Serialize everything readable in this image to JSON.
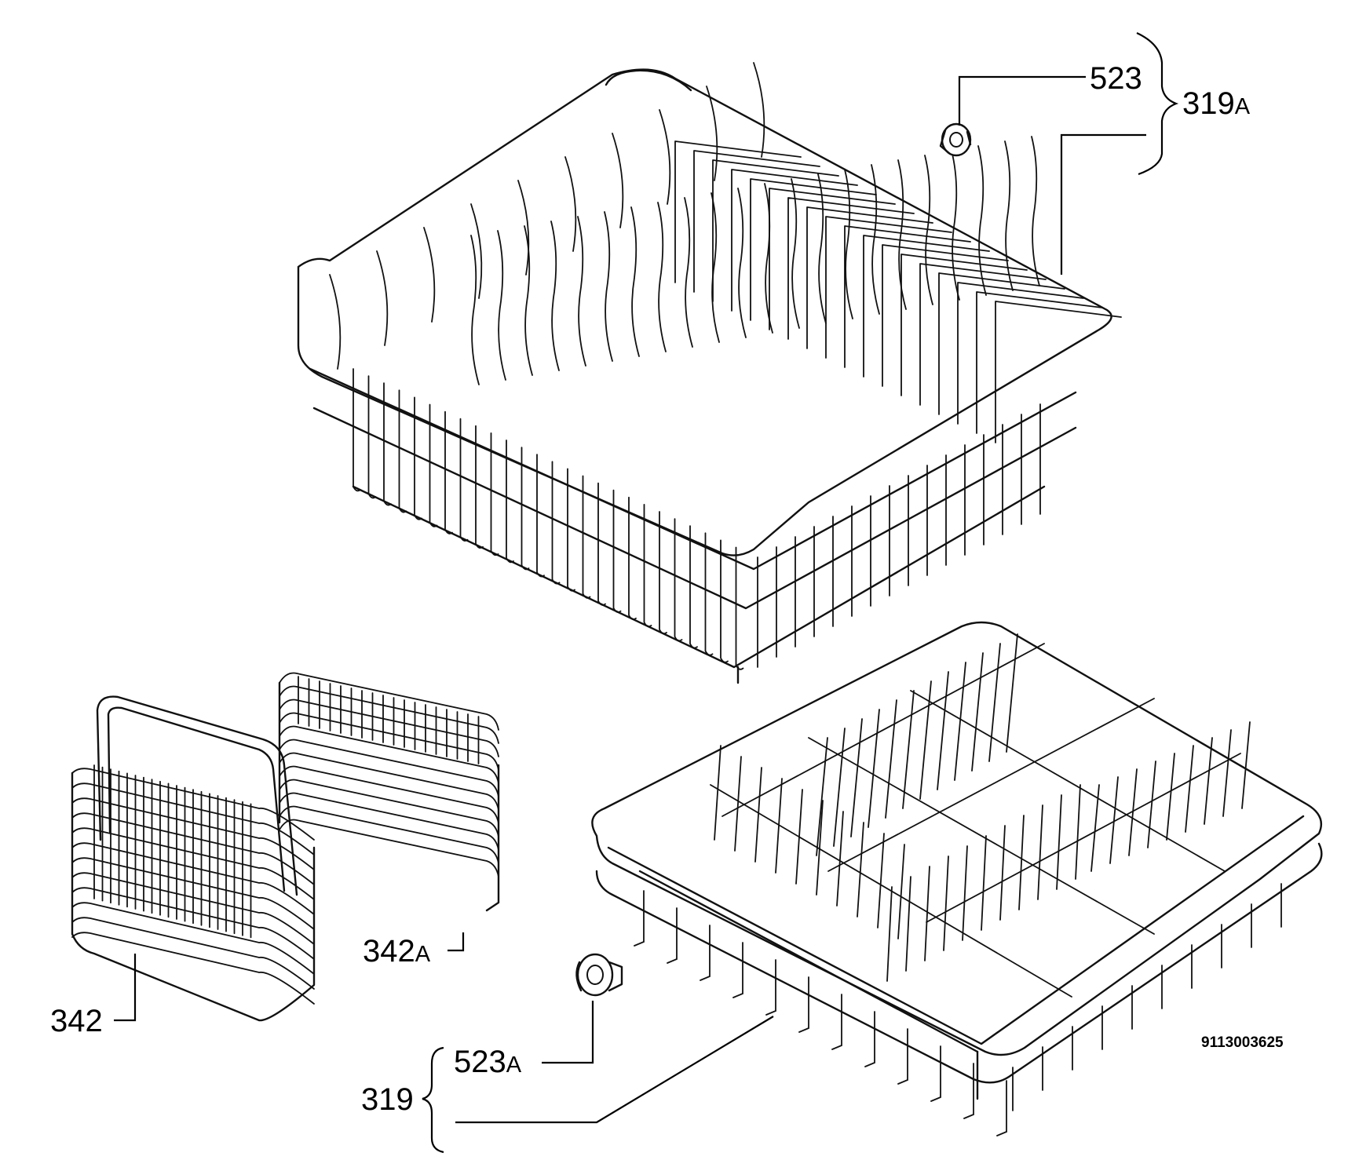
{
  "labels": {
    "upper_basket_wheel": {
      "num": "523",
      "suffix": ""
    },
    "upper_basket": {
      "num": "319",
      "suffix": "A"
    },
    "cutlery_basket_large": {
      "num": "342",
      "suffix": ""
    },
    "cutlery_basket_small": {
      "num": "342",
      "suffix": "A"
    },
    "lower_basket_wheel": {
      "num": "523",
      "suffix": "A"
    },
    "lower_basket": {
      "num": "319",
      "suffix": ""
    }
  },
  "document_number": "9113003625",
  "line_color": "#111111"
}
